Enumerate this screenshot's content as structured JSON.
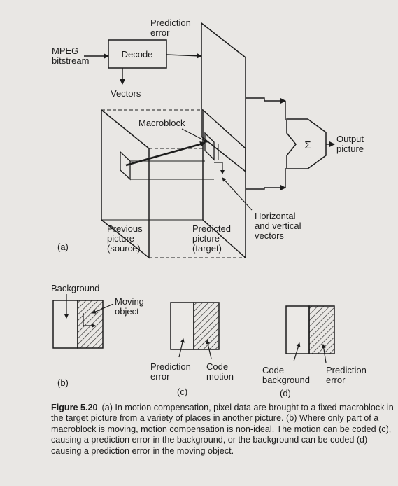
{
  "diagram_a": {
    "input": [
      "MPEG",
      "bitstream"
    ],
    "decode": "Decode",
    "vectors": "Vectors",
    "prediction_error": [
      "Prediction",
      "error"
    ],
    "macroblock": "Macroblock",
    "sigma": "Σ",
    "output": [
      "Output",
      "picture"
    ],
    "hv_vectors": [
      "Horizontal",
      "and vertical",
      "vectors"
    ],
    "previous": [
      "Previous",
      "picture",
      "(source)"
    ],
    "predicted": [
      "Predicted",
      "picture",
      "(target)"
    ],
    "label": "(a)"
  },
  "diagram_b": {
    "background": "Background",
    "moving_object": [
      "Moving",
      "object"
    ],
    "label": "(b)"
  },
  "diagram_c": {
    "left": [
      "Prediction",
      "error"
    ],
    "right": [
      "Code",
      "motion"
    ],
    "label": "(c)"
  },
  "diagram_d": {
    "left": [
      "Code",
      "background"
    ],
    "right": [
      "Prediction",
      "error"
    ],
    "label": "(d)"
  },
  "caption": {
    "figure_number": "Figure 5.20",
    "text": "(a) In motion compensation, pixel data are brought to a fixed macroblock in the target picture from a variety of places in another picture. (b) Where only part of a macroblock is moving, motion compensation is non-ideal. The motion can be coded (c), causing a prediction error in the background, or the background can be coded (d) causing a prediction error in the moving object."
  }
}
